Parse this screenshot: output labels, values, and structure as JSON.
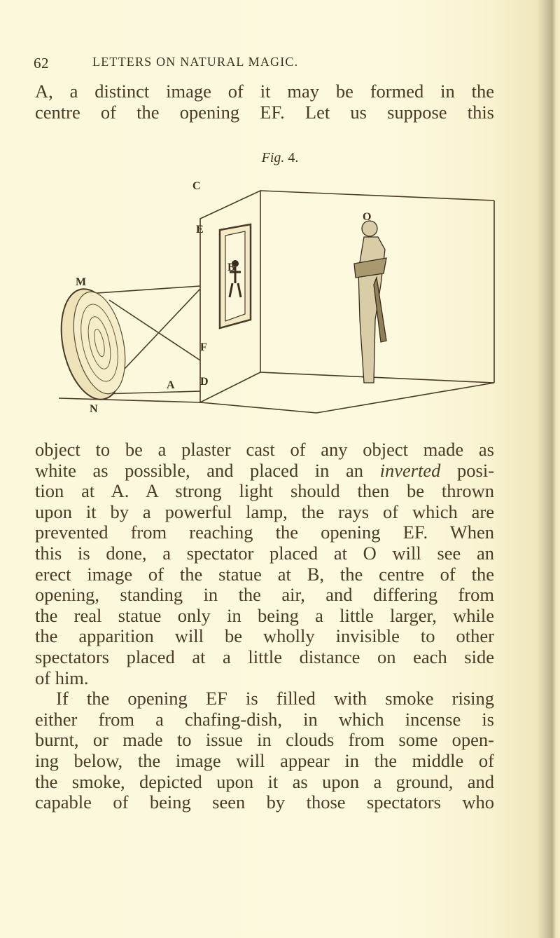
{
  "running_head": {
    "page_number": "62",
    "title": "LETTERS ON NATURAL MAGIC."
  },
  "paragraph_top": {
    "lines": [
      "A, a distinct image of it may be formed in the",
      "centre of the opening EF.  Let us suppose this"
    ]
  },
  "figure": {
    "caption_label": "Fig.",
    "caption_number": "4.",
    "labels": {
      "C": "C",
      "E": "E",
      "B": "B",
      "F": "F",
      "D": "D",
      "M": "M",
      "N": "N",
      "A": "A",
      "O": "O"
    },
    "description": "Mirror MN reflecting rays from inverted object at A through framed opening EF in partition CD; spectator at O views erect image at B."
  },
  "paragraph_main": {
    "lines": [
      "object to be a plaster cast of any object made as",
      "white as possible, and placed in an",
      "tion at A.  A strong light should then be thrown",
      "upon it by a powerful lamp, the rays of which are",
      "prevented from reaching the opening EF.  When",
      "this is done, a spectator placed at O will see an",
      "erect image of the statue at B, the centre of the",
      "opening, standing in the air, and differing from",
      "the real statue only in being a little larger, while",
      "the apparition will be wholly invisible to other",
      "spectators placed at a little distance on each side",
      "of him."
    ],
    "italic_word": "inverted",
    "line2_tail": "posi-"
  },
  "paragraph_next": {
    "lines": [
      "If the opening EF is filled with smoke rising",
      "either from a chafing-dish, in which incense is",
      "burnt, or made to issue in clouds from some open-",
      "ing below, the image will appear in the middle of",
      "the smoke, depicted upon it as upon a ground, and",
      "capable of being seen by those spectators who"
    ]
  },
  "colors": {
    "paper": "#fbf8dc",
    "ink": "#4b3a28",
    "gutter_shadow": "#b9ae8a"
  }
}
